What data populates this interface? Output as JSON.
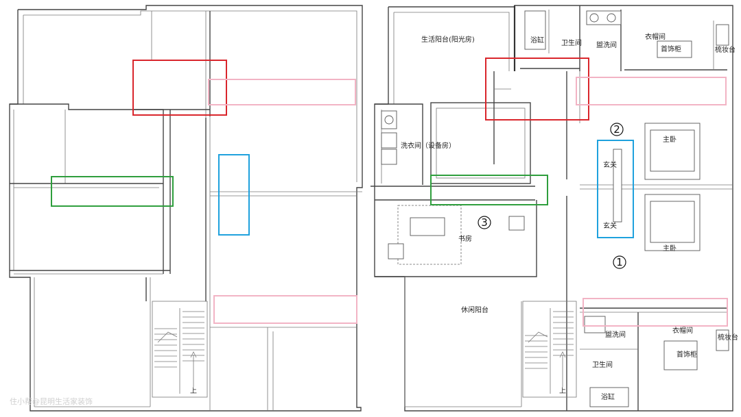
{
  "labels": {
    "life_balcony": "生活阳台(阳光房)",
    "bathtub_top": "浴缸",
    "bath_top": "卫生间",
    "wash_top": "盥洗间",
    "closet_top": "衣帽间",
    "jewelry_top": "首饰柜",
    "vanity_top": "梳妆台",
    "laundry": "洗衣间（设备房）",
    "study": "书房",
    "foyer_a": "玄关",
    "foyer_b": "玄关",
    "master_a": "主卧",
    "master_b": "主卧",
    "leisure_balcony": "休闲阳台",
    "wash_bottom": "盥洗间",
    "closet_bottom": "衣帽间",
    "vanity_bottom": "梳妆台",
    "jewelry_bottom": "首饰柜",
    "bath_bottom": "卫生间",
    "bathtub_bottom": "浴缸",
    "stairs_up_left": "上",
    "stairs_up_right": "上"
  },
  "markers": {
    "m1": "1",
    "m2": "2",
    "m3": "3"
  },
  "watermark": "住小帮@昆明生活家装饰",
  "colors": {
    "red": "#d9252b",
    "pink": "#f2b3c4",
    "green": "#2e9e3c",
    "blue": "#1ea1dd"
  }
}
